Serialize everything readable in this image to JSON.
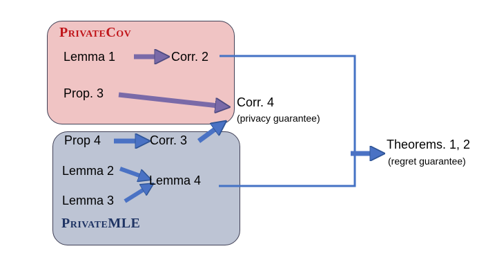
{
  "groups": {
    "private_cov": {
      "title": "PrivateCov",
      "fill": "#f0c4c4",
      "title_color": "#c0151a"
    },
    "private_mle": {
      "title": "PrivateMLE",
      "fill": "#bdc4d4",
      "title_color": "#1f3464"
    }
  },
  "nodes": {
    "lemma1": "Lemma 1",
    "corr2": "Corr. 2",
    "prop3": "Prop. 3",
    "corr4": "Corr. 4",
    "corr4_note": "(privacy guarantee)",
    "prop4": "Prop 4",
    "corr3": "Corr. 3",
    "lemma2": "Lemma 2",
    "lemma4": "Lemma 4",
    "lemma3": "Lemma 3",
    "theorems": "Theorems. 1, 2",
    "theorems_note": "(regret guarantee)"
  },
  "edges": [
    {
      "from": "Lemma 1",
      "to": "Corr. 2"
    },
    {
      "from": "Prop. 3",
      "to": "Corr. 4"
    },
    {
      "from": "Prop 4",
      "to": "Corr. 3"
    },
    {
      "from": "Corr. 3",
      "to": "Corr. 4"
    },
    {
      "from": "Lemma 2",
      "to": "Lemma 4"
    },
    {
      "from": "Lemma 3",
      "to": "Lemma 4"
    },
    {
      "from": "Corr. 2",
      "to": "Theorems. 1, 2"
    },
    {
      "from": "Lemma 4",
      "to": "Theorems. 1, 2"
    }
  ],
  "colors": {
    "arrow_purple": "#7a6aa8",
    "arrow_blue": "#4a72c4",
    "connector": "#4472c4"
  }
}
